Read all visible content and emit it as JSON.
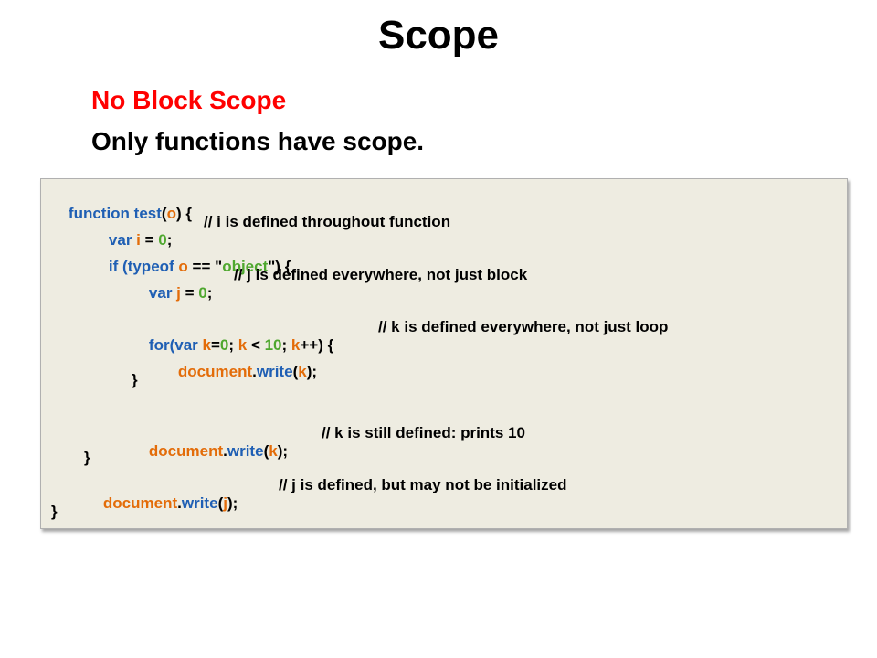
{
  "title": "Scope",
  "subtitle1": "No Block Scope",
  "subtitle2": "Only functions have scope.",
  "code": {
    "l1": {
      "a": "function ",
      "b": "test",
      "c": "(",
      "d": "o",
      "e": ") {"
    },
    "l2": {
      "a": "var ",
      "b": "i",
      "c": " = ",
      "d": "0",
      "e": ";",
      "f": "// i is defined throughout function"
    },
    "l3": {
      "a": "if (",
      "b": "typeof ",
      "c": "o",
      "d": " == \"",
      "e": "object",
      "f": "\") {"
    },
    "l4": {
      "a": "var ",
      "b": "j",
      "c": " = ",
      "d": "0",
      "e": ";",
      "f": "// j is defined everywhere, not just block"
    },
    "l5": {
      "a": "for(",
      "b": "var ",
      "c": "k",
      "d": "=",
      "e": "0",
      "f": "; ",
      "g": "k",
      "h": " < ",
      "i": "10",
      "j": "; ",
      "k": "k",
      "l": "++) {",
      "m": "// k is defined everywhere, not just loop"
    },
    "l6": {
      "a": "document",
      "b": ".",
      "c": "write",
      "d": "(",
      "e": "k",
      "f": ");"
    },
    "l7": {
      "a": "}"
    },
    "l8": {
      "a": "document",
      "b": ".",
      "c": "write",
      "d": "(",
      "e": "k",
      "f": ");",
      "g": "// k is still defined: prints 10"
    },
    "l9": {
      "a": "}"
    },
    "l10": {
      "a": "document",
      "b": ".",
      "c": "write",
      "d": "(",
      "e": "j",
      "f": ");",
      "g": "// j is defined, but may not be initialized"
    },
    "l11": {
      "a": "}"
    }
  }
}
